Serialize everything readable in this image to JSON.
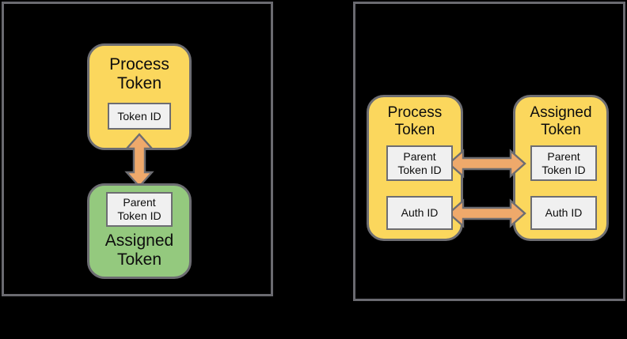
{
  "diagram": {
    "background_color": "#000000",
    "panel_border_color": "#6a6a70",
    "colors": {
      "process_token_fill": "#FBD75D",
      "assigned_token_fill_left_panel": "#94C97E",
      "assigned_token_fill_right_panel": "#FBD75D",
      "id_chip_fill": "#F0F0F0",
      "arrow_fill": "#EFA96B",
      "stroke": "#6d6d72",
      "text": "#0d0d0d"
    },
    "panels": [
      {
        "id": "left",
        "name": "left-panel",
        "cards": [
          {
            "id": "process-token",
            "title": "Process\nToken",
            "fill": "#FBD75D",
            "chips": [
              {
                "id": "token-id",
                "label": "Token ID"
              }
            ]
          },
          {
            "id": "assigned-token",
            "title": "Assigned\nToken",
            "fill": "#94C97E",
            "chips": [
              {
                "id": "parent-token-id",
                "label": "Parent\nToken ID"
              }
            ]
          }
        ],
        "arrows": [
          {
            "id": "token-link",
            "orientation": "vertical",
            "double_headed": true,
            "from": "process-token.token-id",
            "to": "assigned-token.parent-token-id"
          }
        ]
      },
      {
        "id": "right",
        "name": "right-panel",
        "cards": [
          {
            "id": "process-token",
            "title": "Process\nToken",
            "fill": "#FBD75D",
            "chips": [
              {
                "id": "parent-token-id",
                "label": "Parent\nToken ID"
              },
              {
                "id": "auth-id",
                "label": "Auth ID"
              }
            ]
          },
          {
            "id": "assigned-token",
            "title": "Assigned\nToken",
            "fill": "#FBD75D",
            "chips": [
              {
                "id": "parent-token-id",
                "label": "Parent\nToken ID"
              },
              {
                "id": "auth-id",
                "label": "Auth ID"
              }
            ]
          }
        ],
        "arrows": [
          {
            "id": "parent-token-link",
            "orientation": "horizontal",
            "double_headed": true,
            "from": "process-token.parent-token-id",
            "to": "assigned-token.parent-token-id"
          },
          {
            "id": "auth-id-link",
            "orientation": "horizontal",
            "double_headed": true,
            "from": "process-token.auth-id",
            "to": "assigned-token.auth-id"
          }
        ]
      }
    ]
  },
  "labels": {
    "process_token": "Process\nToken",
    "assigned_token": "Assigned\nToken",
    "token_id": "Token ID",
    "parent_token_id": "Parent\nToken ID",
    "auth_id": "Auth ID"
  }
}
